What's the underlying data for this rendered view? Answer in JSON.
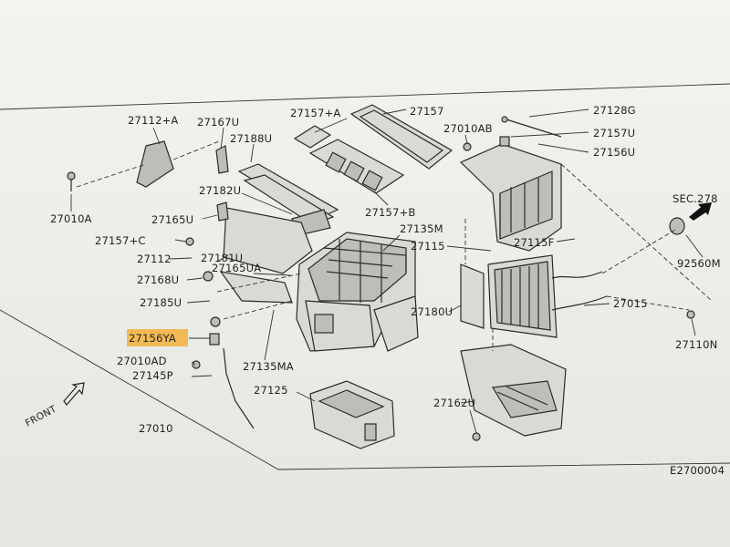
{
  "diagram": {
    "part_labels": {
      "p27112A": "27112+A",
      "p27167U": "27167U",
      "p27188U": "27188U",
      "p27157A": "27157+A",
      "p27157": "27157",
      "p27010AB": "27010AB",
      "p27128G": "27128G",
      "p27157U": "27157U",
      "p27156U": "27156U",
      "p27010A": "27010A",
      "p27182U": "27182U",
      "p27165U": "27165U",
      "p27157B": "27157+B",
      "p27135M": "27135M",
      "p27157C": "27157+C",
      "p27115": "27115",
      "p27115F": "27115F",
      "p27112": "27112",
      "p27181U": "27181U",
      "p27168U": "27168U",
      "p27165UA": "27165UA",
      "p27185U": "27185U",
      "p27180U": "27180U",
      "p27015": "27015",
      "p27156YA": "27156YA",
      "p27010AD": "27010AD",
      "p27135MA": "27135MA",
      "p27145P": "27145P",
      "p27125": "27125",
      "p27162U": "27162U",
      "p27010": "27010",
      "p92560M": "92560M",
      "p27110N": "27110N"
    },
    "section_ref": "SEC.278",
    "front_label": "FRONT",
    "figure_code": "E2700004",
    "highlighted_part": "27156YA",
    "highlight_color": "#f4b23a"
  }
}
